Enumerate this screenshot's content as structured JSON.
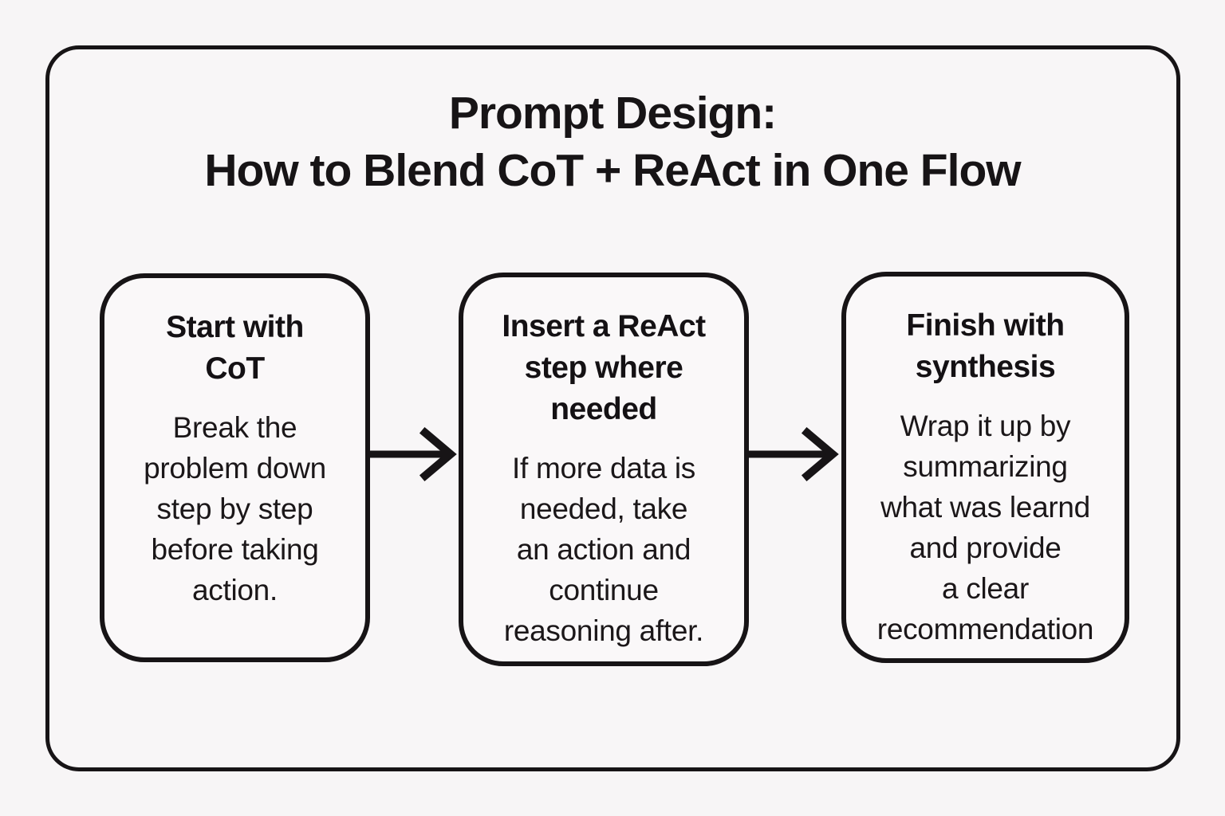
{
  "title": "Prompt Design:\nHow to Blend CoT + ReAct in One Flow",
  "steps": [
    {
      "heading": "Start with\nCoT",
      "body": "Break the\nproblem down\nstep by step\nbefore taking\naction."
    },
    {
      "heading": "Insert a ReAct\nstep where\nneeded",
      "body": "If more data is\nneeded, take\nan action and\ncontinue\nreasoning after."
    },
    {
      "heading": "Finish with\nsynthesis",
      "body": "Wrap it up by\nsummarizing\nwhat was learnd\nand provide\na clear\nrecommendation"
    }
  ],
  "colors": {
    "background": "#f7f5f6",
    "stroke": "#171416",
    "text": "#191619"
  }
}
